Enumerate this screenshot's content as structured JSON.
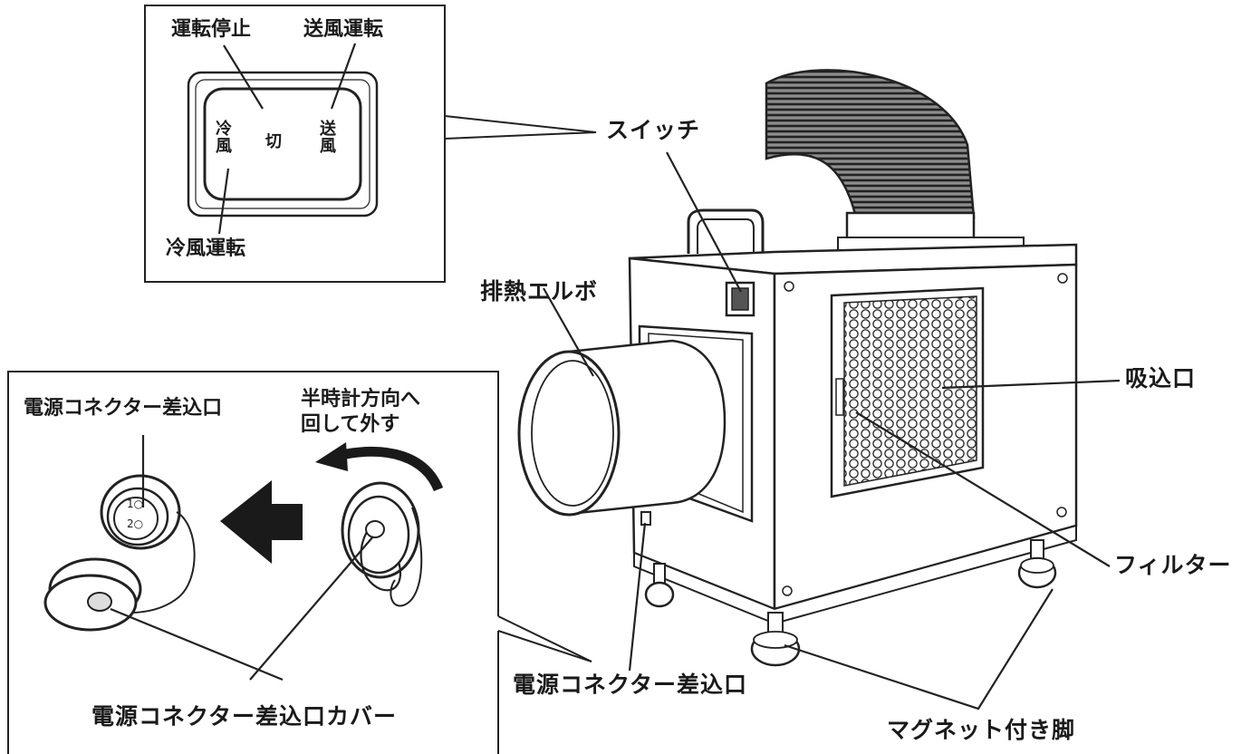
{
  "switch_detail": {
    "label_stop": "運転停止",
    "label_fan": "送風運転",
    "label_cool": "冷風運転",
    "face_cool": "冷\n風",
    "face_off": "切",
    "face_fan": "送\n風"
  },
  "connector_detail": {
    "label_connector": "電源コネクター差込口",
    "label_instruction_line1": "半時計方向へ",
    "label_instruction_line2": "回して外す",
    "pin_labels": [
      "1○",
      "2○"
    ],
    "label_cover": "電源コネクター差込口カバー"
  },
  "callouts": {
    "switch": "スイッチ",
    "exhaust_elbow": "排熱エルボ",
    "intake": "吸込口",
    "filter": "フィルター",
    "power_connector": "電源コネクター差込口",
    "magnet_feet": "マグネット付き脚"
  }
}
